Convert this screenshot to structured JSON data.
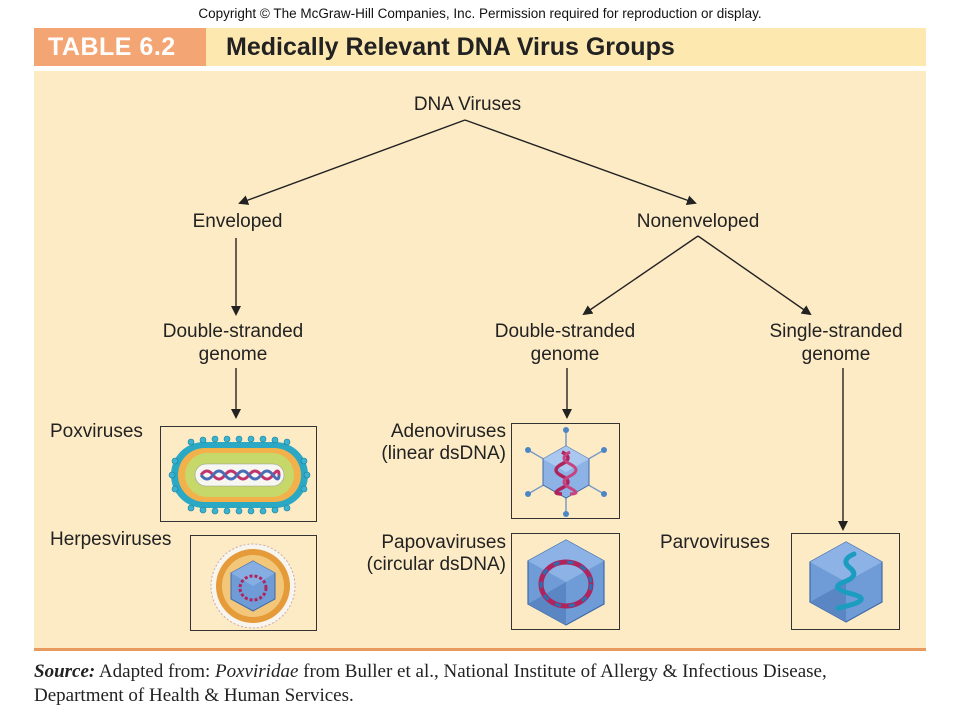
{
  "copyright": "Copyright © The McGraw-Hill Companies, Inc. Permission required for reproduction or display.",
  "header": {
    "table_label": "TABLE 6.2",
    "title": "Medically Relevant DNA Virus Groups"
  },
  "tree": {
    "root": "DNA Viruses",
    "enveloped": "Enveloped",
    "nonenveloped": "Nonenveloped",
    "env_ds": [
      "Double-stranded",
      "genome"
    ],
    "nonenv_ds": [
      "Double-stranded",
      "genome"
    ],
    "nonenv_ss": [
      "Single-stranded",
      "genome"
    ]
  },
  "viruses": {
    "poxviruses": "Poxviruses",
    "herpesviruses": "Herpesviruses",
    "adenoviruses": [
      "Adenoviruses",
      "(linear dsDNA)"
    ],
    "papovaviruses": [
      "Papovaviruses",
      "(circular dsDNA)"
    ],
    "parvoviruses": "Parvoviruses"
  },
  "source": {
    "prefix": "Source:",
    "text1": " Adapted from: ",
    "italic": "Poxviridae",
    "text2": " from Buller et al., National Institute of Allergy & Infectious Disease,",
    "line2": "Department of Health & Human Services."
  },
  "colors": {
    "header_bg": "#fde8b0",
    "label_bg": "#f4a574",
    "panel_bg": "#fdebc6",
    "rule": "#e89a5f"
  }
}
